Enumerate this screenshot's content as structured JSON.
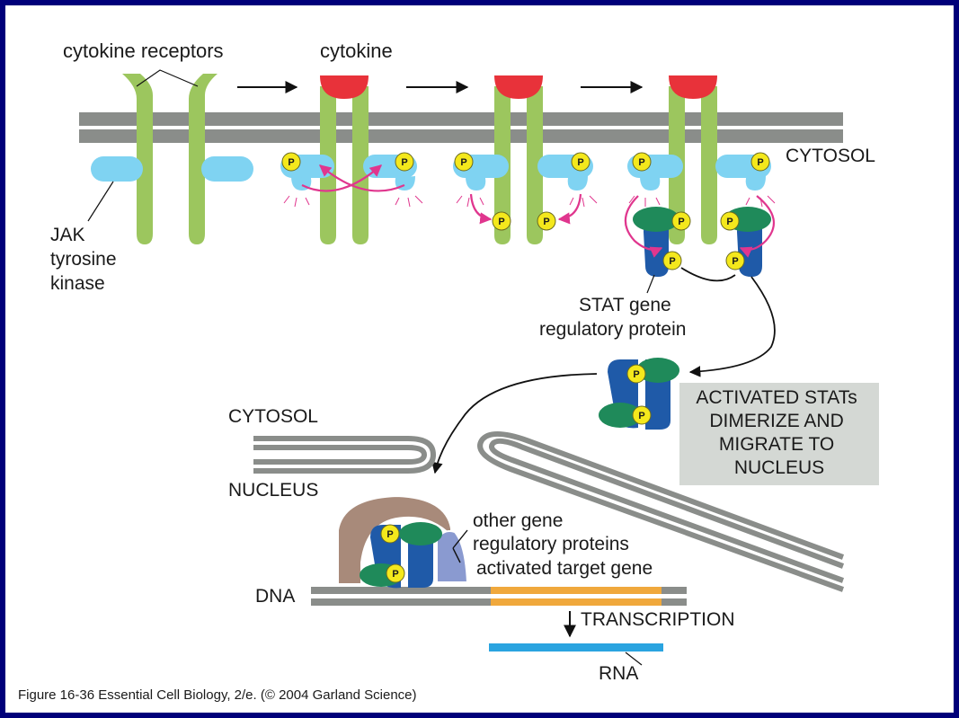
{
  "labels": {
    "cytokine_receptors": "cytokine receptors",
    "cytokine": "cytokine",
    "cytosol_top": "CYTOSOL",
    "jak": [
      "JAK",
      "tyrosine",
      "kinase"
    ],
    "stat": [
      "STAT gene",
      "regulatory protein"
    ],
    "activated": [
      "ACTIVATED STATs",
      "DIMERIZE AND",
      "MIGRATE TO",
      "NUCLEUS"
    ],
    "cytosol_nuc": "CYTOSOL",
    "nucleus": "NUCLEUS",
    "other": [
      "other gene",
      "regulatory proteins"
    ],
    "target_gene": "activated target gene",
    "dna": "DNA",
    "transcription": "TRANSCRIPTION",
    "rna": "RNA",
    "phospho": "P"
  },
  "caption": "Figure 16-36  Essential Cell Biology, 2/e. (© 2004 Garland Science)",
  "colors": {
    "frame": "#00007a",
    "membrane": "#8a8d8a",
    "receptor": "#9cc65e",
    "cytokine": "#e8323a",
    "jak": "#7fd3f2",
    "stat_blue": "#1f5aa8",
    "stat_green": "#1f8a5a",
    "phosphate": "#f4e81c",
    "arrow_pink": "#e0368e",
    "gene": "#f0a83c",
    "rna": "#2aa4e0",
    "brown_protein": "#a88a7a",
    "lavender_protein": "#8a9ad0",
    "box_gray": "#d4d8d4"
  }
}
